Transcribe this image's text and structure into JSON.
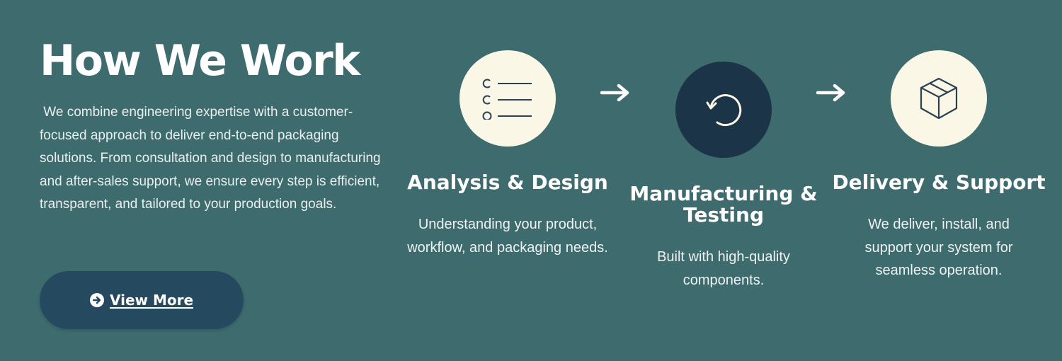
{
  "section": {
    "title": "How We Work",
    "intro": " We combine engineering expertise with a customer-focused approach to deliver end-to-end packaging solutions. From consultation and design to manufacturing and after-sales support, we ensure every step is efficient, transparent, and tailored to your production goals.",
    "cta_label": "View More",
    "cta_icon": "circle-arrow-right-icon"
  },
  "steps": [
    {
      "title": "Analysis & Design",
      "description": "Understanding your product, workflow, and packaging needs.",
      "icon": "checklist-icon"
    },
    {
      "title": "Manufacturing & Testing",
      "description": "Built with high-quality components.",
      "icon": "refresh-icon"
    },
    {
      "title": "Delivery & Support",
      "description": "We deliver, install, and support your system for seamless operation.",
      "icon": "box-icon"
    }
  ],
  "colors": {
    "background": "#3d6b6e",
    "cream": "#fbf7e6",
    "navy": "#1b3447",
    "button": "#25495e"
  }
}
